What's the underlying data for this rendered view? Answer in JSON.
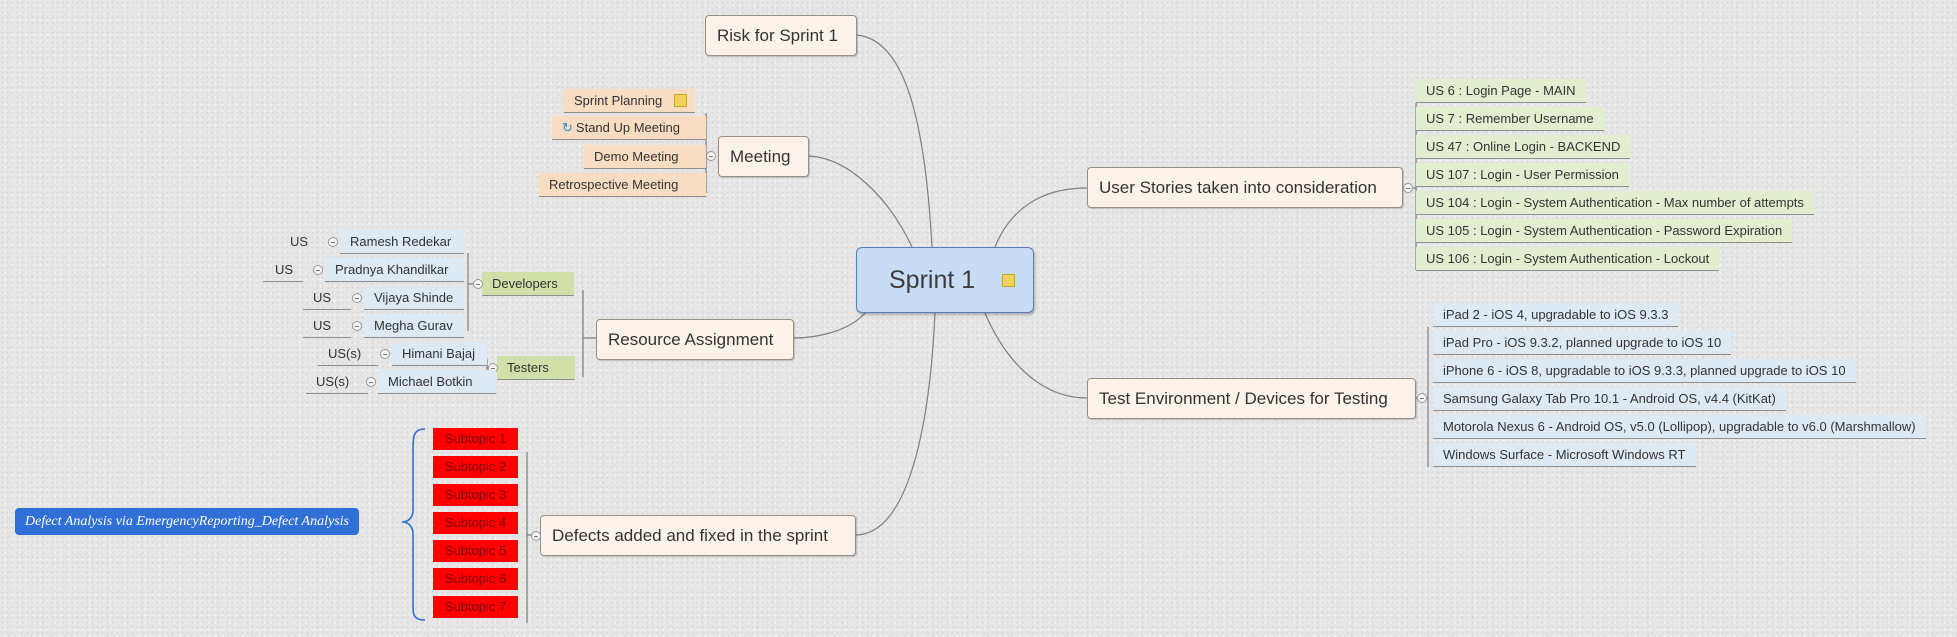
{
  "map": {
    "central": "Sprint 1",
    "risk": "Risk for Sprint 1",
    "meeting": {
      "label": "Meeting",
      "items": [
        "Sprint Planning",
        "Stand Up Meeting",
        "Demo Meeting",
        "Retrospective Meeting"
      ]
    },
    "resource": {
      "label": "Resource Assignment",
      "developers": {
        "label": "Developers",
        "members": [
          {
            "role": "US",
            "name": "Ramesh Redekar"
          },
          {
            "role": "US",
            "name": "Pradnya Khandilkar"
          },
          {
            "role": "US",
            "name": "Vijaya Shinde"
          },
          {
            "role": "US",
            "name": "Megha Gurav"
          }
        ]
      },
      "testers": {
        "label": "Testers",
        "members": [
          {
            "role": "US(s)",
            "name": "Himani Bajaj"
          },
          {
            "role": "US(s)",
            "name": "Michael Botkin"
          }
        ]
      }
    },
    "defects": {
      "label": "Defects added and fixed in the sprint",
      "subtopics": [
        "Subtopic 1",
        "Subtopic 2",
        "Subtopic 3",
        "Subtopic 4",
        "Subtopic 5",
        "Subtopic 6",
        "Subtopic 7"
      ],
      "callout": "Defect Analysis via EmergencyReporting_Defect Analysis"
    },
    "user_stories": {
      "label": "User Stories taken into consideration",
      "items": [
        "US 6 : Login Page - MAIN",
        "US 7 : Remember Username",
        "US 47 : Online Login - BACKEND",
        "US 107 : Login - User Permission",
        "US 104 : Login - System Authentication - Max number of attempts",
        "US 105 : Login - System Authentication - Password Expiration",
        "US 106 : Login - System Authentication - Lockout"
      ]
    },
    "test_env": {
      "label": "Test Environment / Devices for Testing",
      "items": [
        "iPad 2 - iOS 4, upgradable to iOS 9.3.3",
        "iPad Pro - iOS 9.3.2, planned upgrade to iOS 10",
        "iPhone 6 - iOS 8, upgradable to iOS 9.3.3, planned upgrade to iOS 10",
        "Samsung Galaxy Tab Pro 10.1 - Android OS, v4.4 (KitKat)",
        "Motorola Nexus 6 - Android OS, v5.0 (Lollipop), upgradable to v6.0 (Marshmallow)",
        "Windows Surface - Microsoft Windows RT"
      ]
    }
  }
}
